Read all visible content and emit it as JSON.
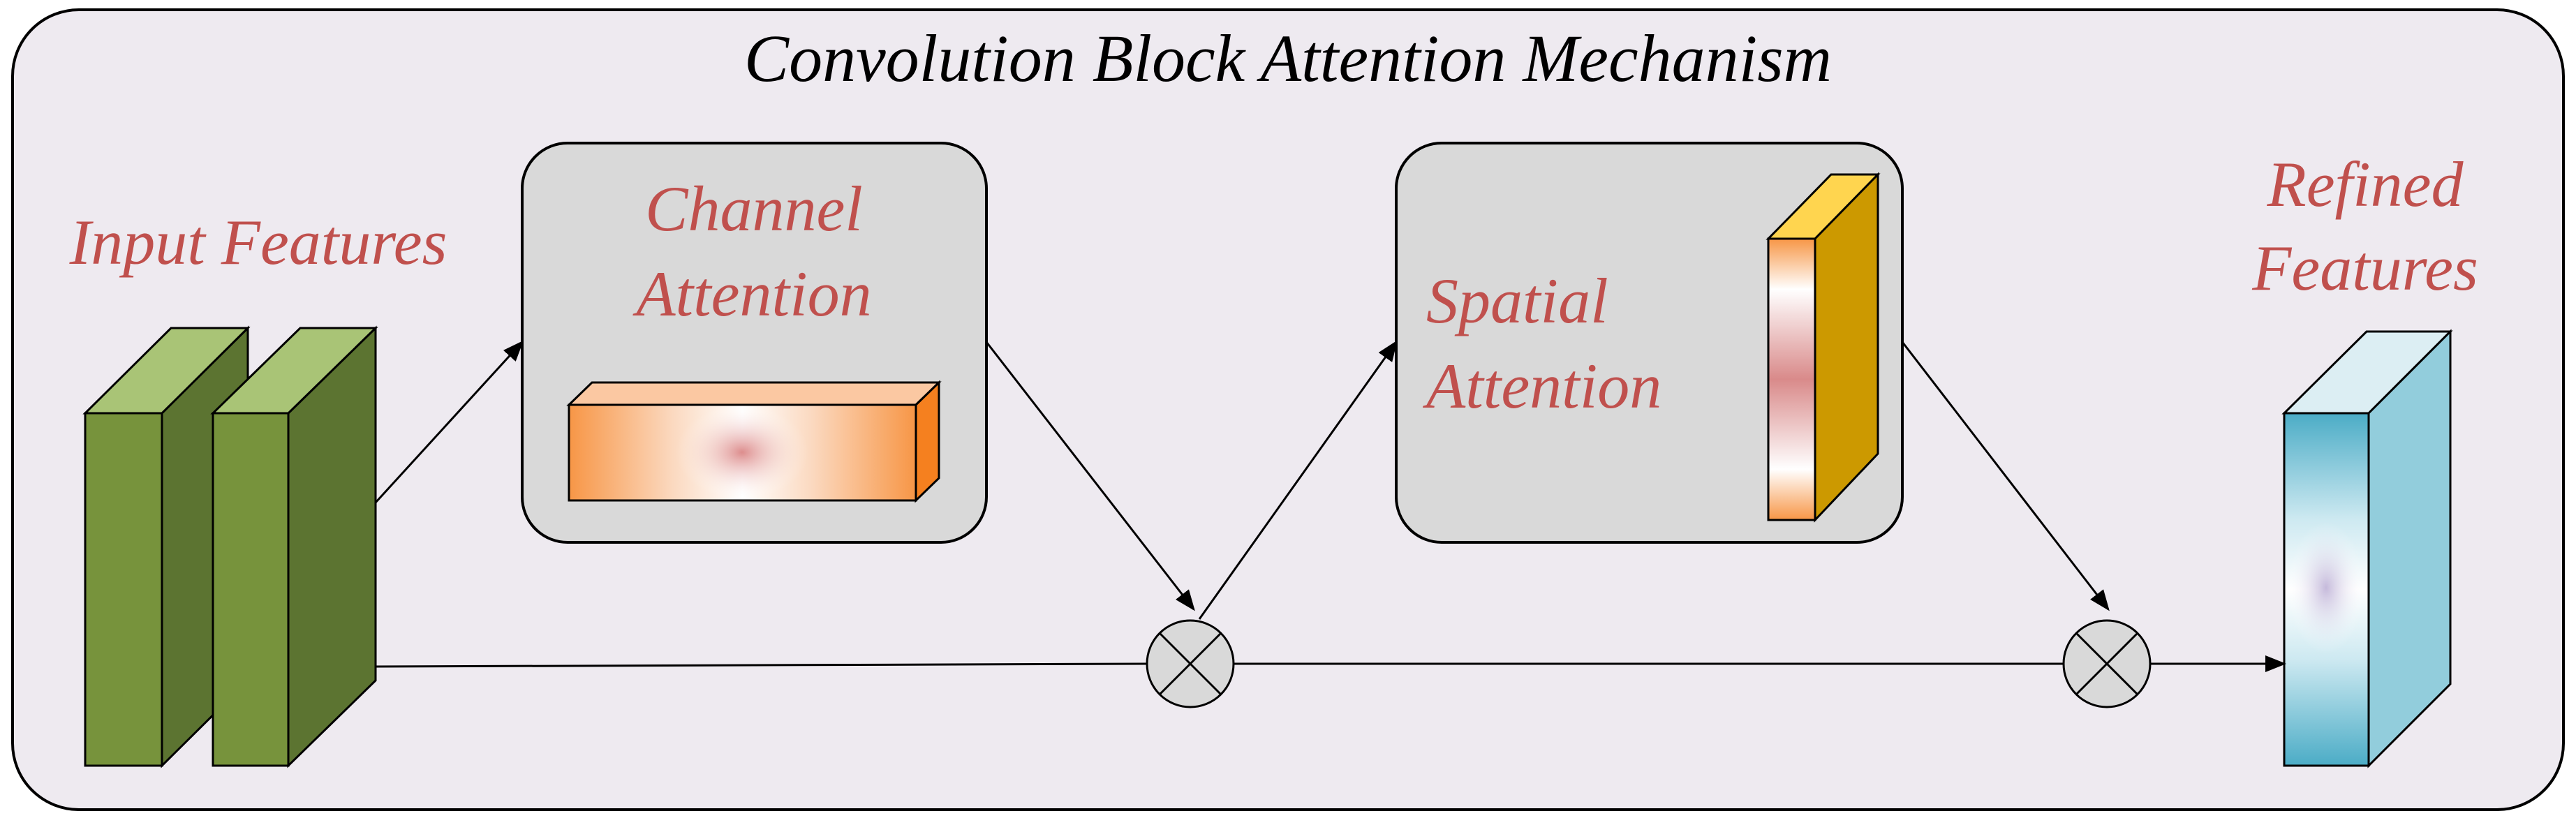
{
  "title": "Convolution Block Attention Mechanism",
  "labels": {
    "input": "Input Features",
    "channel_line1": "Channel",
    "channel_line2": "Attention",
    "spatial_line1": "Spatial",
    "spatial_line2": "Attention",
    "refined_line1": "Refined",
    "refined_line2": "Features"
  },
  "colors": {
    "label_text": "#C0504D",
    "frame_fill": "#EEEAF0",
    "module_fill": "#D9D9D9",
    "input_block_front": "#77933C",
    "input_block_top": "#A9C476",
    "input_block_side": "#5C7431",
    "channel_block": "#F79646",
    "spatial_block_top": "#FFD54F",
    "spatial_block_side": "#CC9900",
    "refined_block_front": "#4BACC6",
    "refined_block_top": "#DCEEF3",
    "refined_block_side": "#92CDDC",
    "multiply_node": "#D9D9D9"
  },
  "icons": [
    "multiply-circle-icon",
    "arrowhead-icon"
  ]
}
